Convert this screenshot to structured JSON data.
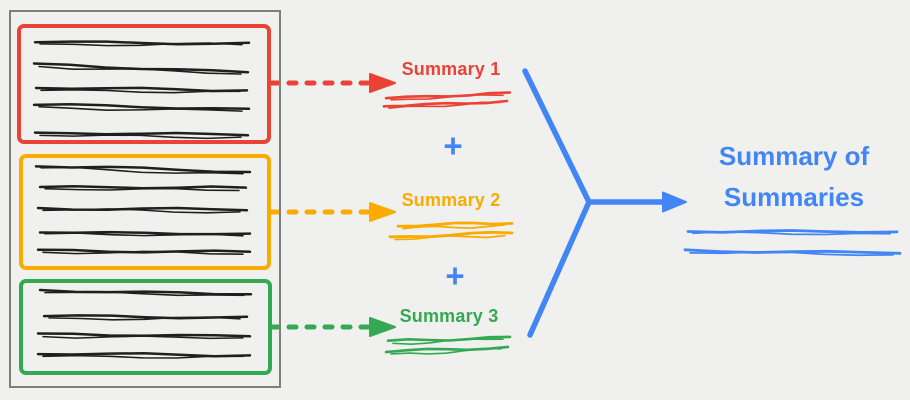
{
  "colors": {
    "red": "#EA4335",
    "orange": "#F9AB00",
    "green": "#34A853",
    "blue": "#4285F4",
    "ink": "#1f1f1f",
    "document_border": "#7e7e7e",
    "background": "#f0f0ee"
  },
  "document": {
    "chunks": [
      {
        "name": "chunk-1",
        "color": "red",
        "text_lines": 5
      },
      {
        "name": "chunk-2",
        "color": "orange",
        "text_lines": 5
      },
      {
        "name": "chunk-3",
        "color": "green",
        "text_lines": 4
      }
    ]
  },
  "summaries": [
    {
      "label": "Summary 1",
      "color": "red"
    },
    {
      "label": "Summary 2",
      "color": "orange"
    },
    {
      "label": "Summary 3",
      "color": "green"
    }
  ],
  "operator_plus": "+",
  "result": {
    "line1": "Summary of",
    "line2": "Summaries"
  }
}
